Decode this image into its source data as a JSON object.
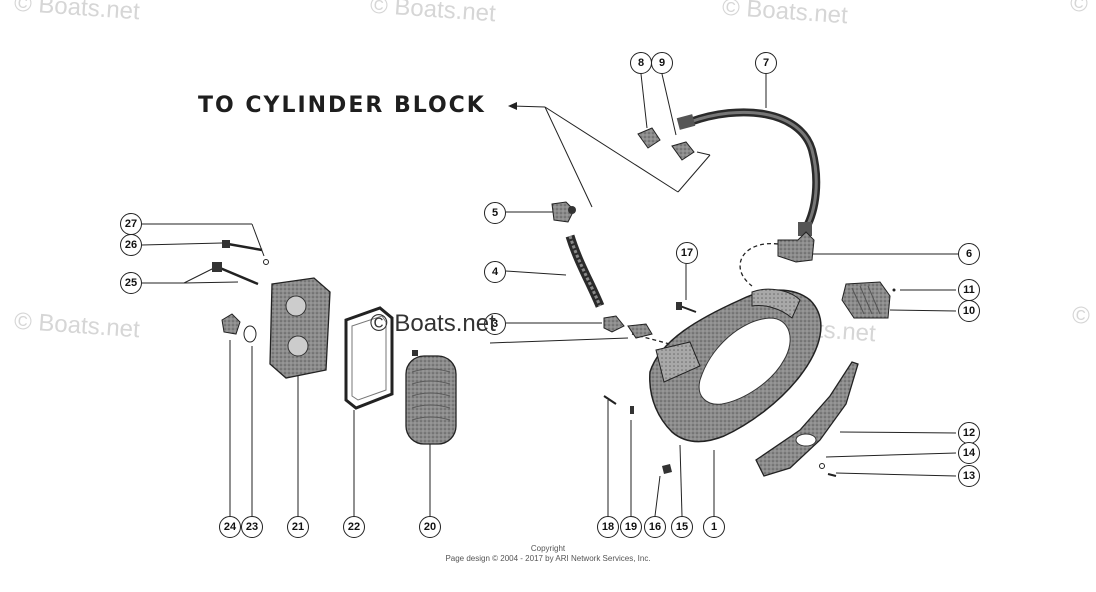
{
  "watermark": "© Boats.net",
  "heading": "TO CYLINDER BLOCK",
  "parts": [
    "1",
    "3",
    "4",
    "5",
    "6",
    "7",
    "8",
    "9",
    "10",
    "11",
    "12",
    "13",
    "14",
    "15",
    "16",
    "17",
    "18",
    "19",
    "16",
    "20",
    "21",
    "22",
    "23",
    "24",
    "25",
    "26",
    "27"
  ],
  "callouts": {
    "c1": "1",
    "c3": "3",
    "c4": "4",
    "c5": "5",
    "c6": "6",
    "c7": "7",
    "c8": "8",
    "c9": "9",
    "c10": "10",
    "c11": "11",
    "c12": "12",
    "c13": "13",
    "c14": "14",
    "c15": "15",
    "c16": "16",
    "c17": "17",
    "c18": "18",
    "c19": "19",
    "c20": "20",
    "c21": "21",
    "c22": "22",
    "c23": "23",
    "c24": "24",
    "c25": "25",
    "c26": "26",
    "c27": "27"
  },
  "footer": {
    "line1": "Copyright",
    "line2": "Page design © 2004 - 2017 by ARI Network Services, Inc."
  }
}
